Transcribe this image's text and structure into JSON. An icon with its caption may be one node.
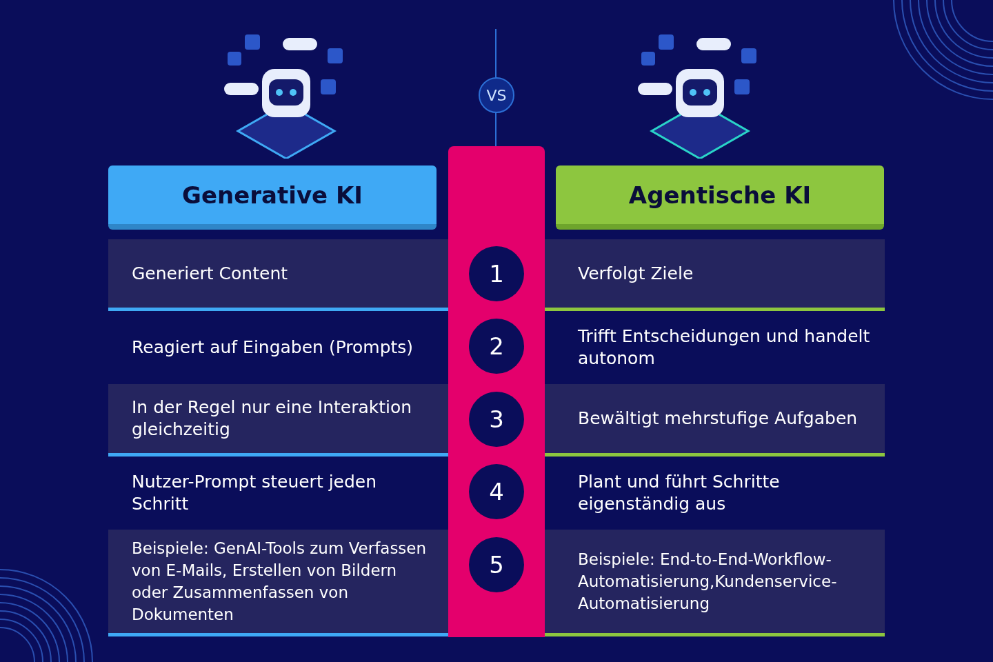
{
  "diagram": {
    "labels": [
      "VS",
      "Generative KI",
      "Agentische KI",
      "Generiert Content",
      "1",
      "Verfolgt Ziele",
      "Reagiert auf Eingaben (Prompts)",
      "2",
      "Trifft Entscheidungen und handelt autonom",
      "In der Regel nur eine Interaktion gleichzeitig",
      "3",
      "Bewältigt mehrstufige Aufgaben",
      "Nutzer-Prompt steuert jeden Schritt",
      "4",
      "Plant und führt Schritte eigenständig aus",
      "Beispiele: GenAI-Tools zum Verfassen von E-Mails, Erstellen von Bildern oder Zusammenfassen von Dokumenten",
      "5",
      "Beispiele: End-to-End-Workflow-Automatisierung,Kundenservice-Automatisierung"
    ]
  }
}
